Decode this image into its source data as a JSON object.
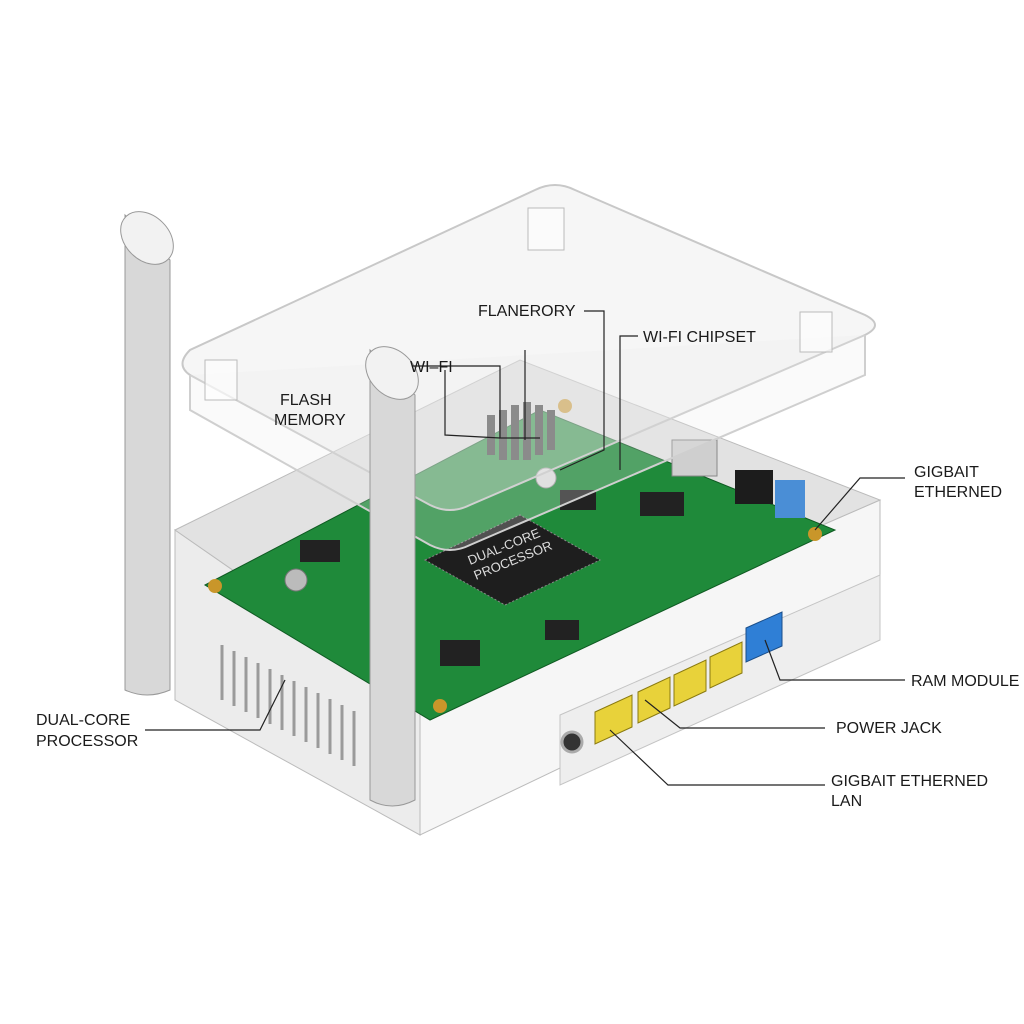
{
  "labels": {
    "flanerory": "FLANERORY",
    "wifi_chipset": "WI-FI CHIPSET",
    "wifi": "WI–FI",
    "flash_memory_line1": "FLASH",
    "flash_memory_line2": "MEMORY",
    "gigbait_ethernet_line1": "GIGBAIT",
    "gigbait_ethernet_line2": "ETHERNED",
    "ram_module": "RAM MODULE",
    "power_jack": "POWER JACK",
    "gigbait_lan_line1": "GIGBAIT ETHERNED",
    "gigbait_lan_line2": "LAN",
    "dual_core_line1": "DUAL-CORE",
    "dual_core_line2": "PROCESSOR"
  },
  "chip_text": {
    "line1": "DUAL-CORE",
    "line2": "PROCESSOR"
  },
  "colors": {
    "pcb": "#1f8a3a",
    "lan_port": "#e8d23a",
    "wan_port": "#2f7fd6",
    "case": "#f4f4f4"
  }
}
